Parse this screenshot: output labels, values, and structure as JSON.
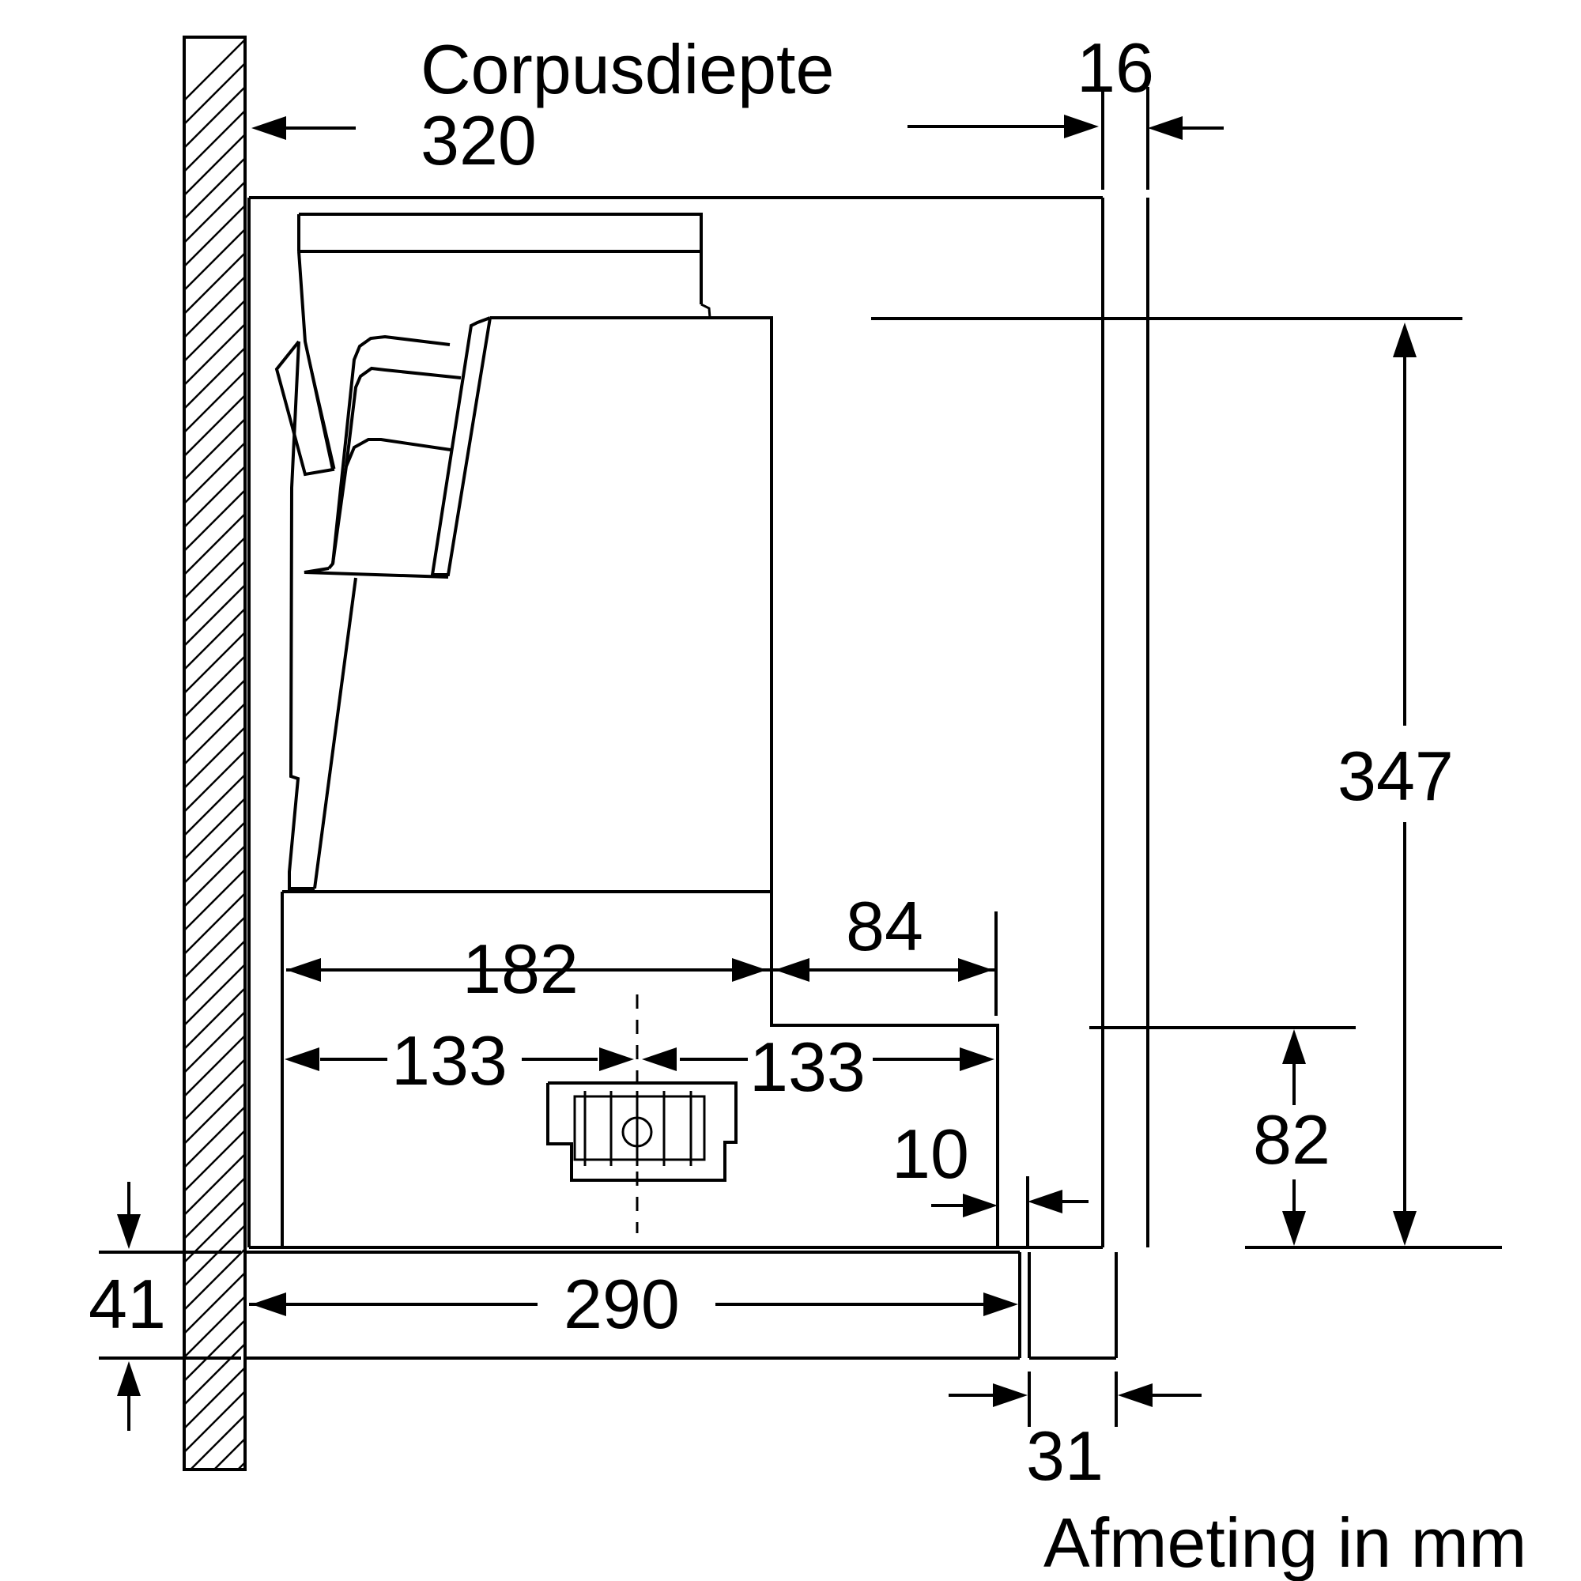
{
  "labels": {
    "corpus_depth_title": "Corpusdiepte",
    "corpus_depth_value": "320",
    "front_panel": "16",
    "height_total": "347",
    "height_lower": "82",
    "width_182": "182",
    "width_84": "84",
    "width_133_left": "133",
    "width_133_right": "133",
    "gap_10": "10",
    "depth_290": "290",
    "offset_41": "41",
    "depth_31": "31",
    "unit_note": "Afmeting in mm"
  }
}
